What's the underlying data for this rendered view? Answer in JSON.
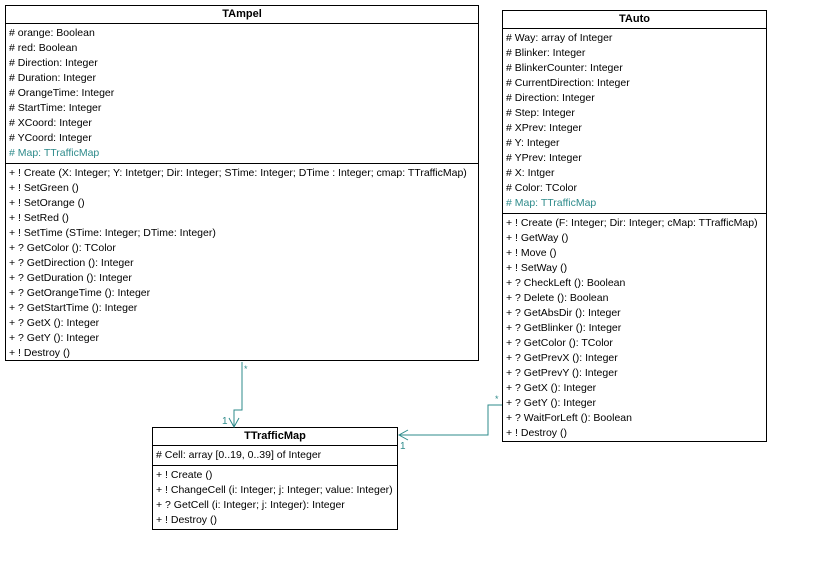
{
  "classes": {
    "tampel": {
      "name": "TAmpel",
      "attributes": [
        "# orange: Boolean",
        "# red: Boolean",
        "# Direction: Integer",
        "# Duration: Integer",
        "# OrangeTime: Integer",
        "# StartTime: Integer",
        "# XCoord: Integer",
        "# YCoord: Integer",
        "# Map: TTrafficMap"
      ],
      "operations": [
        "+ ! Create (X: Integer; Y: Intetger; Dir: Integer; STime: Integer; DTime : Integer; cmap: TTrafficMap)",
        "+ ! SetGreen ()",
        "+ ! SetOrange ()",
        "+ ! SetRed ()",
        "+ ! SetTime (STime: Integer; DTime: Integer)",
        "+ ? GetColor (): TColor",
        "+ ? GetDirection (): Integer",
        "+ ? GetDuration (): Integer",
        "+ ? GetOrangeTime (): Integer",
        "+ ? GetStartTime (): Integer",
        "+ ? GetX (): Integer",
        "+ ? GetY (): Integer",
        "+ ! Destroy ()"
      ]
    },
    "tauto": {
      "name": "TAuto",
      "attributes": [
        "# Way: array of Integer",
        "# Blinker: Integer",
        "# BlinkerCounter: Integer",
        "# CurrentDirection: Integer",
        "# Direction: Integer",
        "# Step: Integer",
        "# XPrev: Integer",
        "# Y: Integer",
        "# YPrev: Integer",
        "# X: Intger",
        "# Color: TColor",
        "# Map: TTrafficMap"
      ],
      "operations": [
        "+ ! Create (F: Integer; Dir: Integer; cMap: TTrafficMap)",
        "+ ! GetWay ()",
        "+ ! Move ()",
        "+ ! SetWay ()",
        "+ ? CheckLeft (): Boolean",
        "+ ? Delete (): Boolean",
        "+ ? GetAbsDir (): Integer",
        "+ ? GetBlinker (): Integer",
        "+ ? GetColor (): TColor",
        "+ ? GetPrevX (): Integer",
        "+ ? GetPrevY (): Integer",
        "+ ? GetX (): Integer",
        "+ ? GetY (): Integer",
        "+ ? WaitForLeft (): Boolean",
        "+ ! Destroy ()"
      ]
    },
    "ttrafficmap": {
      "name": "TTrafficMap",
      "attributes": [
        "# Cell: array [0..19, 0..39] of Integer"
      ],
      "operations": [
        "+ ! Create ()",
        "+ ! ChangeCell (i: Integer; j: Integer; value: Integer)",
        "+ ? GetCell (i: Integer; j: Integer): Integer",
        "+ ! Destroy ()"
      ]
    }
  },
  "associations": {
    "ampel_map": {
      "source_mult": "*",
      "target_mult": "1"
    },
    "auto_map": {
      "source_mult": "*",
      "target_mult": "1"
    }
  },
  "colors": {
    "association_line": "#2e8b8b",
    "border": "#000000"
  }
}
